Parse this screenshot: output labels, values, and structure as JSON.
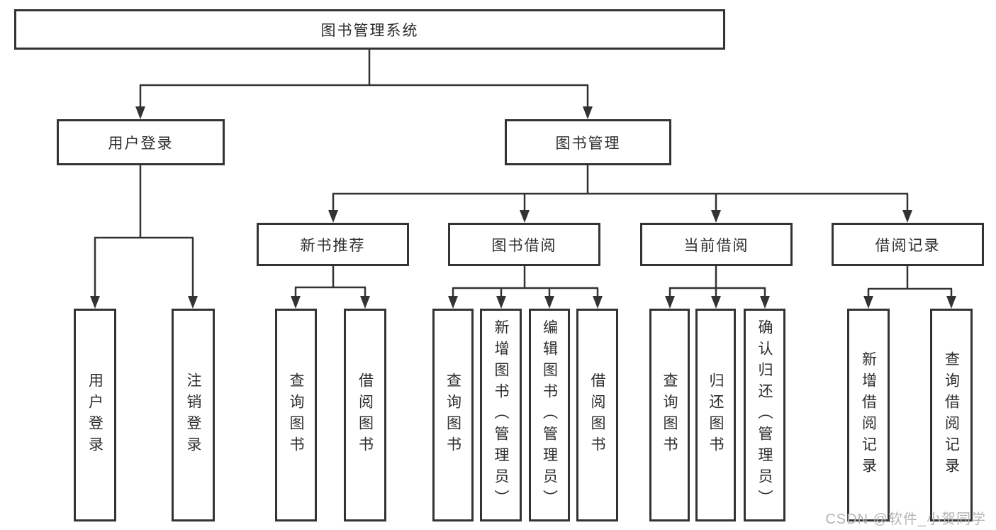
{
  "colors": {
    "line": "#333333",
    "box_border": "#333333",
    "background": "#ffffff",
    "watermark": "#b5b5b5"
  },
  "watermark": "CSDN @软件_小贺同学",
  "tree": {
    "label": "图书管理系统",
    "children": [
      {
        "label": "用户登录",
        "children": [
          {
            "label": "用户登录"
          },
          {
            "label": "注销登录"
          }
        ]
      },
      {
        "label": "图书管理",
        "children": [
          {
            "label": "新书推荐",
            "children": [
              {
                "label": "查询图书"
              },
              {
                "label": "借阅图书"
              }
            ]
          },
          {
            "label": "图书借阅",
            "children": [
              {
                "label": "查询图书"
              },
              {
                "label": "新增图书（管理员）"
              },
              {
                "label": "编辑图书（管理员）"
              },
              {
                "label": "借阅图书"
              }
            ]
          },
          {
            "label": "当前借阅",
            "children": [
              {
                "label": "查询图书"
              },
              {
                "label": "归还图书"
              },
              {
                "label": "确认归还（管理员）"
              }
            ]
          },
          {
            "label": "借阅记录",
            "children": [
              {
                "label": "新增借阅记录"
              },
              {
                "label": "查询借阅记录"
              }
            ]
          }
        ]
      }
    ]
  }
}
